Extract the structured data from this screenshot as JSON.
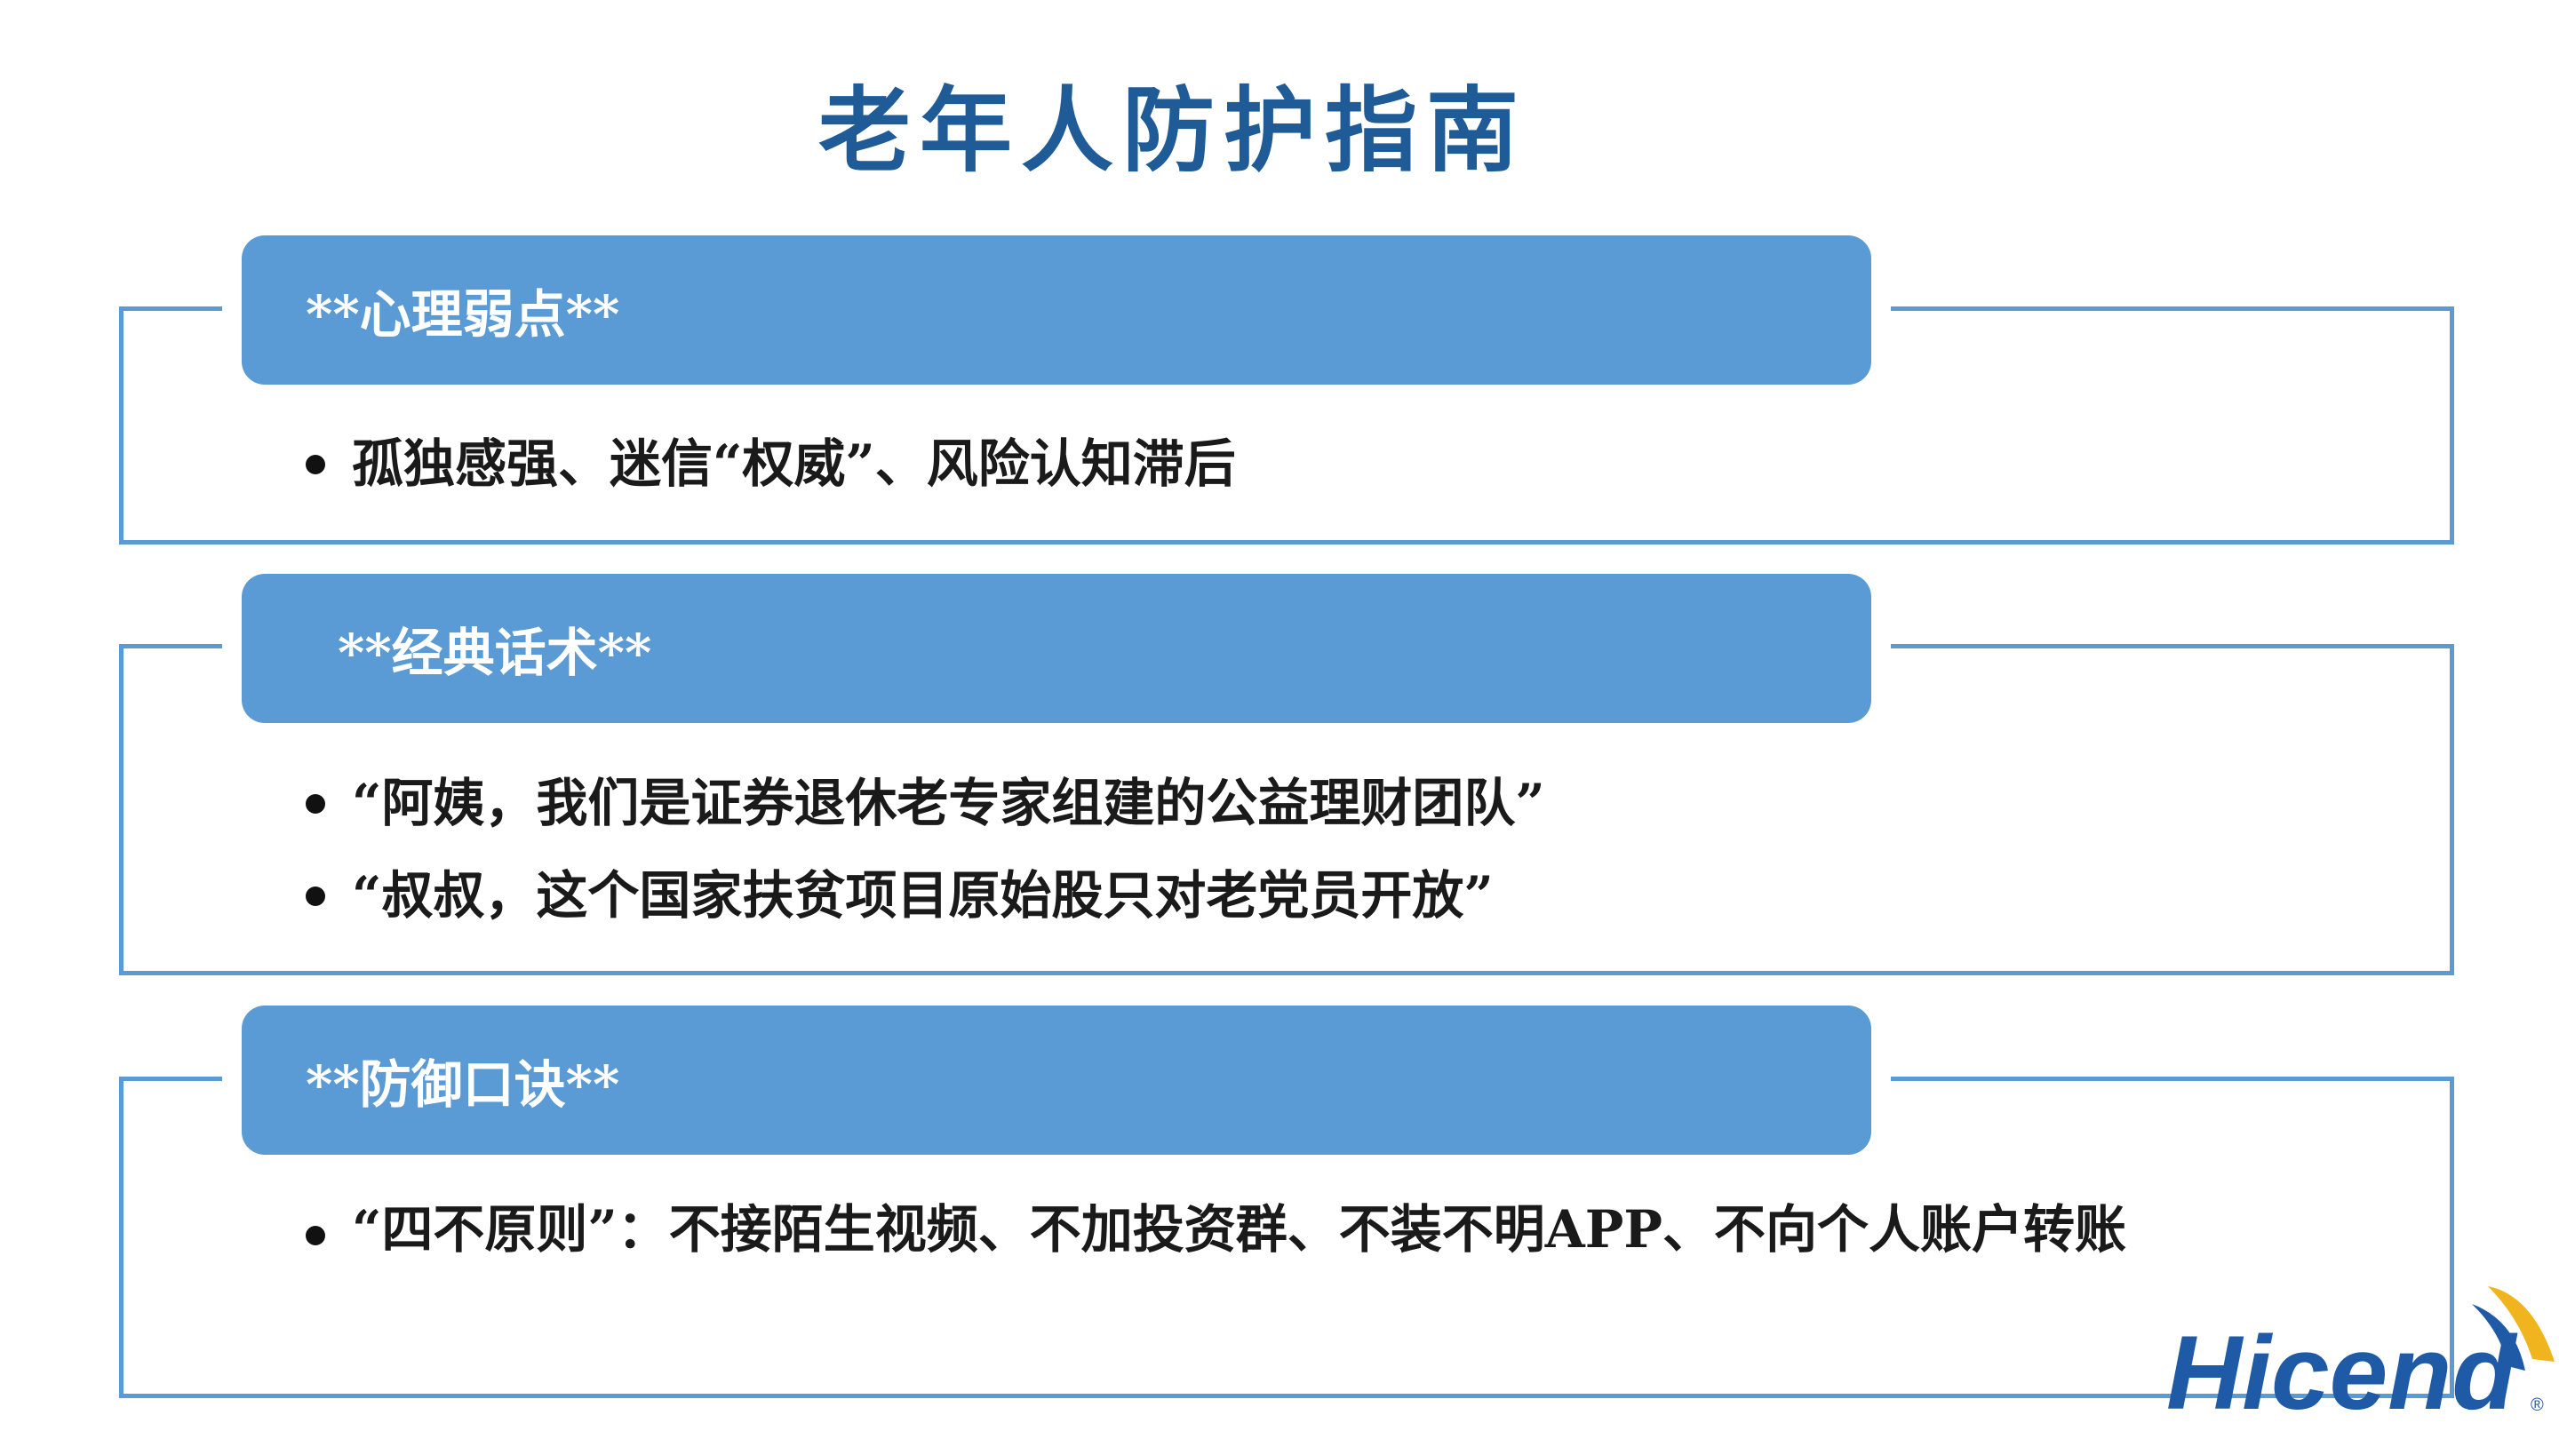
{
  "title": "老年人防护指南",
  "sections": [
    {
      "heading": "**心理弱点**",
      "bullets": [
        "孤独感强、迷信“权威”、风险认知滞后"
      ]
    },
    {
      "heading": "**经典话术**",
      "bullets": [
        "“阿姨，我们是证券退休老专家组建的公益理财团队”",
        "“叔叔，这个国家扶贫项目原始股只对老党员开放”"
      ]
    },
    {
      "heading": "**防御口诀**",
      "bullets": [
        "“四不原则”：不接陌生视频、不加投资群、不装不明APP、不向个人账户转账"
      ]
    }
  ],
  "logo": {
    "text": "Hicend",
    "mark": "®",
    "colors": {
      "text": "#1f5aa6",
      "swoosh_yellow": "#f0b51e",
      "swoosh_blue": "#1f5aa6"
    }
  },
  "colors": {
    "title": "#1f5b96",
    "accent": "#5b9bd5",
    "text": "#1a1a1a"
  }
}
